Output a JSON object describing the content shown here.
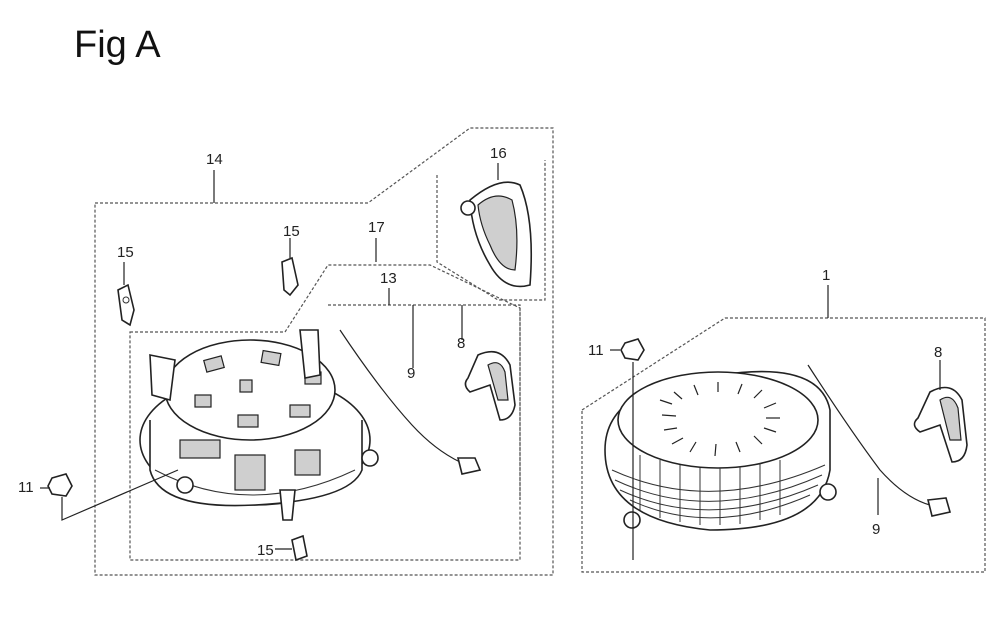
{
  "figure_title": "Fig A",
  "callouts": {
    "assembly_left": "14",
    "guide_16": "16",
    "pawl_15_upper": "15",
    "pawl_15_left": "15",
    "pawl_15_lower": "15",
    "set_17": "17",
    "set_13": "13",
    "grip_8_left": "8",
    "rope_9_left": "9",
    "nut_11_left": "11",
    "assembly_right": "1",
    "nut_11_right": "11",
    "grip_8_right": "8",
    "rope_9_right": "9"
  }
}
